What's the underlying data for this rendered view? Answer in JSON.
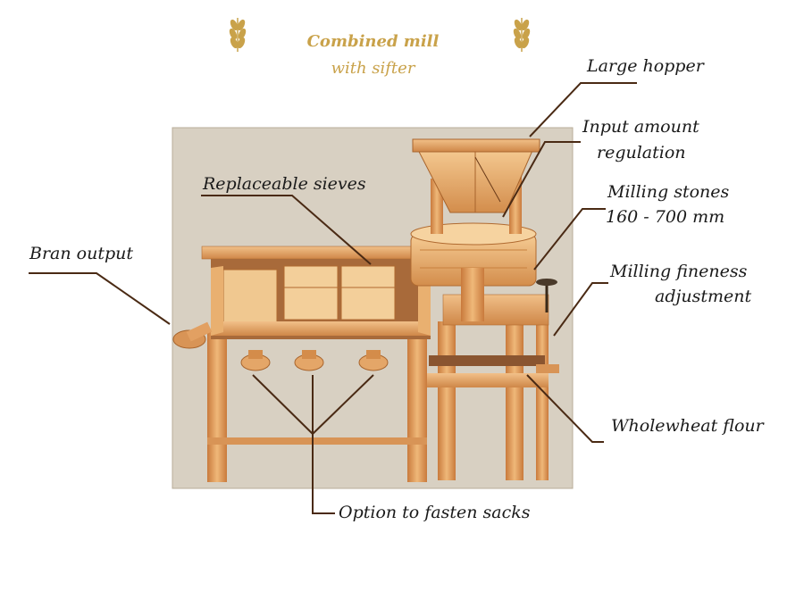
{
  "title": {
    "line1": "Combined mill",
    "line2": "with sifter"
  },
  "labels": {
    "large_hopper": "Large hopper",
    "input_amount_1": "Input amount",
    "input_amount_2": "regulation",
    "replaceable_sieves": "Replaceable sieves",
    "milling_stones_1": "Milling stones",
    "milling_stones_2": "160 - 700 mm",
    "bran_output": "Bran output",
    "milling_fineness_1": "Milling fineness",
    "milling_fineness_2": "adjustment",
    "wholewheat_flour": "Wholewheat flour",
    "option_sacks": "Option to fasten sacks"
  },
  "colors": {
    "title": "#c9a24a",
    "leader": "#4a2a14",
    "wood": "#e0a060",
    "photo_bg": "#d8d0c2"
  }
}
